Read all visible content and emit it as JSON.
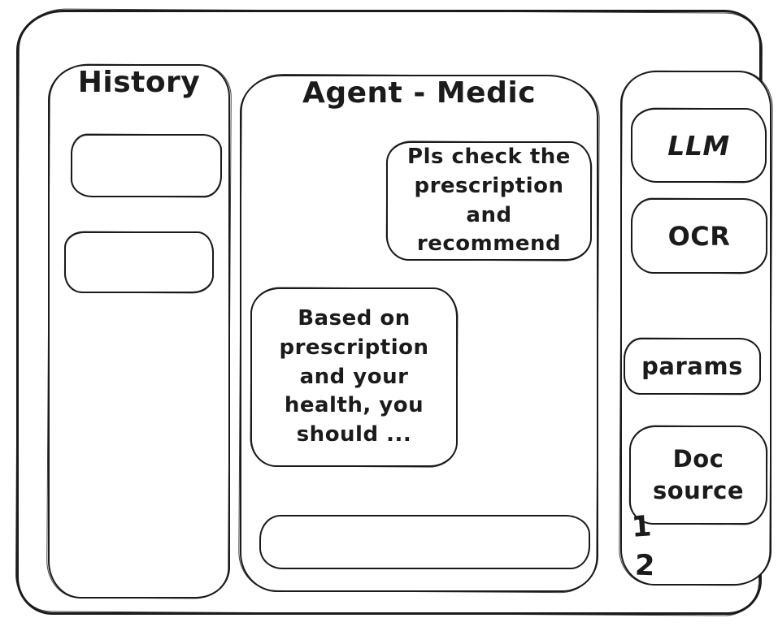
{
  "window": {
    "background": "#ffffff",
    "ink": "#1b1b1b"
  },
  "history_panel": {
    "title": "History",
    "items": [
      {
        "label": ""
      },
      {
        "label": ""
      }
    ]
  },
  "chat_panel": {
    "title": "Agent - Medic",
    "messages": [
      {
        "role": "user",
        "text": "Pls check the prescription and recommend"
      },
      {
        "role": "agent",
        "text": "Based on prescription and your health, you should ..."
      }
    ],
    "input": {
      "value": ""
    }
  },
  "tools_panel": {
    "llm_label": "LLM",
    "ocr_label": "OCR",
    "params_label": "params",
    "doc_source_label": "Doc source",
    "doc_source_items": [
      "1",
      "2"
    ]
  }
}
